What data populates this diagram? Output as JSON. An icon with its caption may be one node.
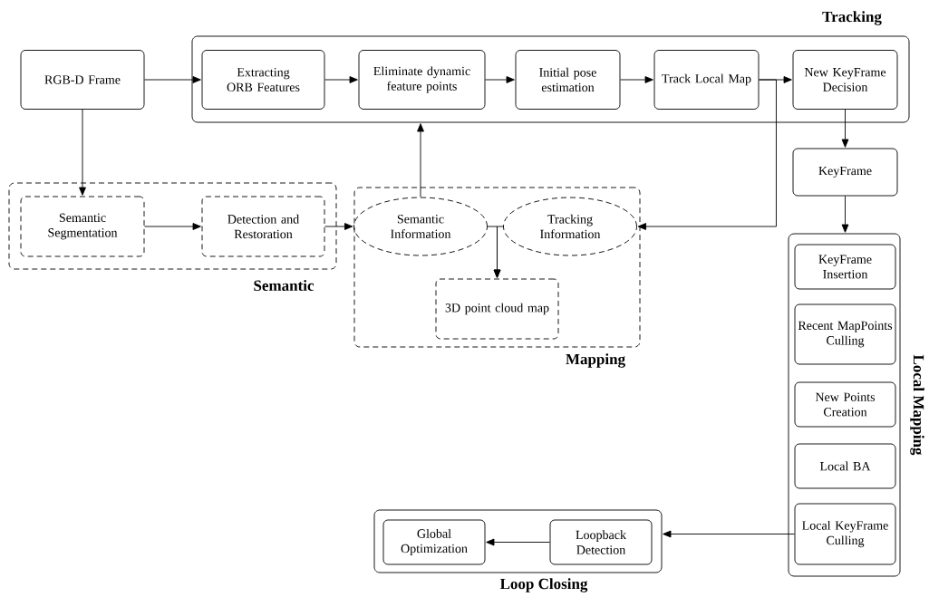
{
  "diagram": {
    "nodes": [
      {
        "text": [
          "RGB-D Frame"
        ]
      },
      {
        "text": [
          "Tracking"
        ]
      },
      {
        "text": [
          "Extracting ORB Features"
        ],
        "in": 1
      },
      {
        "text": [
          "Eliminate dynamic feature points"
        ],
        "in": 1
      },
      {
        "text": [
          "Initial pose estimation"
        ],
        "in": 1
      },
      {
        "text": [
          "Track Local Map"
        ],
        "in": 1
      },
      {
        "text": [
          "New KeyFrame Decision"
        ],
        "in": 1
      },
      {
        "text": [
          "KeyFrame"
        ]
      },
      {
        "text": [
          "Semantic"
        ]
      },
      {
        "text": [
          "Semantic Segmentation"
        ],
        "in": 8
      },
      {
        "text": [
          "Detection and Restoration"
        ],
        "in": 8
      },
      {
        "text": [
          "Mapping"
        ]
      },
      {
        "text": [
          "Semantic Information"
        ],
        "in": 11
      },
      {
        "text": [
          "Tracking Information"
        ],
        "in": 11
      },
      {
        "text": [
          "3D point cloud map"
        ],
        "in": 11
      },
      {
        "text": [
          "Local Mapping"
        ]
      },
      {
        "text": [
          "KeyFrame Insertion"
        ],
        "in": 15
      },
      {
        "text": [
          "Recent MapPoints Culling"
        ],
        "in": 15
      },
      {
        "text": [
          "New Points Creation"
        ],
        "in": 15
      },
      {
        "text": [
          "Local BA"
        ],
        "in": 15
      },
      {
        "text": [
          "Local KeyFrame Culling"
        ],
        "in": 15
      },
      {
        "text": [
          "Loop Closing"
        ]
      },
      {
        "text": [
          "Global Optimization"
        ],
        "in": 21
      },
      {
        "text": [
          "Loopback Detection"
        ],
        "in": 21
      }
    ],
    "edges": [
      {
        "from": 0,
        "to": 2,
        "arrow": "to"
      },
      {
        "from": 2,
        "to": 3,
        "arrow": "to"
      },
      {
        "from": 3,
        "to": 4,
        "arrow": "to"
      },
      {
        "from": 4,
        "to": 5,
        "arrow": "to"
      },
      {
        "from": 5,
        "to": 6,
        "arrow": "to"
      },
      {
        "from": 5,
        "to": 13,
        "arrow": "to"
      },
      {
        "from": 6,
        "to": 7,
        "arrow": "to"
      },
      {
        "from": 7,
        "to": 15,
        "arrow": "to"
      },
      {
        "from": 0,
        "to": 9,
        "arrow": "to"
      },
      {
        "from": 9,
        "to": 10,
        "arrow": "to"
      },
      {
        "from": 10,
        "to": 12,
        "arrow": "to"
      },
      {
        "from": 12,
        "to": 1,
        "arrow": "to"
      },
      {
        "from": 12,
        "to": 14,
        "arrow": "to"
      },
      {
        "from": 13,
        "to": 14,
        "arrow": "to"
      },
      {
        "from": 20,
        "to": 21,
        "arrow": "to"
      },
      {
        "from": 23,
        "to": 22,
        "arrow": "to"
      }
    ]
  }
}
